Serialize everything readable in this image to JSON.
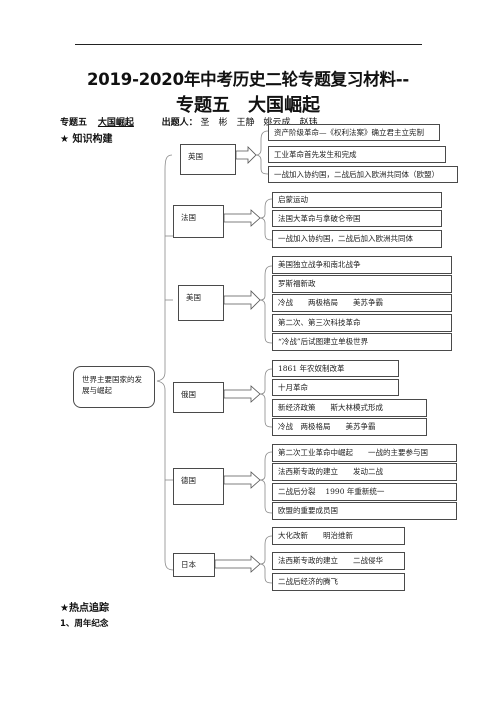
{
  "doc": {
    "title_line1": "2019-2020年中考历史二轮专题复习材料--",
    "title_line2": "专题五　大国崛起",
    "meta_topic_label": "专题五",
    "meta_topic_value": "大国崛起",
    "meta_author_label": "出题人：",
    "meta_authors": "圣　彬　王静　姚云成　赵玮",
    "section_knowledge": "★ 知识构建",
    "section_hot": "★热点追踪",
    "subsection_1": "1、周年纪念"
  },
  "mindmap": {
    "root": "世界主要国家的发展与崛起",
    "branches": [
      {
        "country": "英国",
        "items": [
          "资产阶级革命—《权利法案》确立君主立宪制",
          "工业革命首先发生和完成",
          "一战加入协约国，二战后加入欧洲共同体（欧盟）"
        ]
      },
      {
        "country": "法国",
        "items": [
          "启蒙运动",
          "法国大革命与拿破仑帝国",
          "一战加入协约国，二战后加入欧洲共同体"
        ]
      },
      {
        "country": "美国",
        "items": [
          "美国独立战争和南北战争",
          "罗斯福新政",
          "冷战　　两极格局　　美苏争霸",
          "第二次、第三次科技革命",
          "“冷战”后试图建立单极世界"
        ]
      },
      {
        "country": "俄国",
        "items": [
          "1861 年农奴制改革",
          "十月革命",
          "新经济政策　　斯大林模式形成",
          "冷战　两极格局　　美苏争霸"
        ]
      },
      {
        "country": "德国",
        "items": [
          "第二次工业革命中崛起　　一战的主要参与国",
          "法西斯专政的建立　　发动二战",
          "二战后分裂　 1990 年重新统一",
          "欧盟的重要成员国"
        ]
      },
      {
        "country": "日本",
        "items": [
          "大化改新　　明治维新",
          "法西斯专政的建立　　二战侵华",
          "二战后经济的腾飞"
        ]
      }
    ]
  }
}
